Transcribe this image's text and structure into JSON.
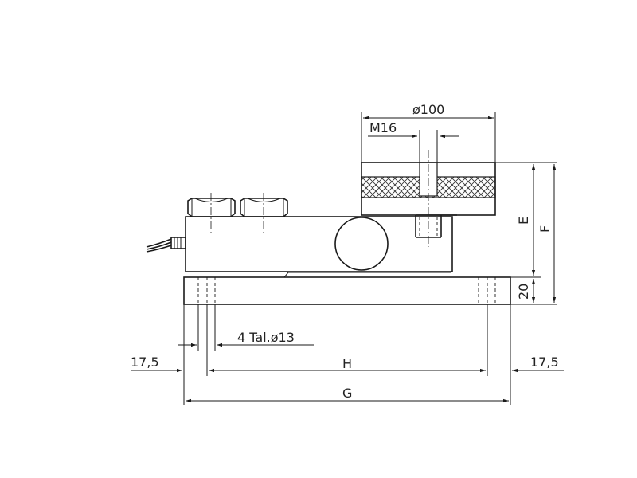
{
  "dimensions": {
    "diameter_top": "ø100",
    "thread": "M16",
    "height_e": "E",
    "height_f": "F",
    "base_thickness": "20",
    "holes": "4 Tal.ø13",
    "edge_left": "17,5",
    "edge_right": "17,5",
    "span_h": "H",
    "total_g": "G"
  }
}
